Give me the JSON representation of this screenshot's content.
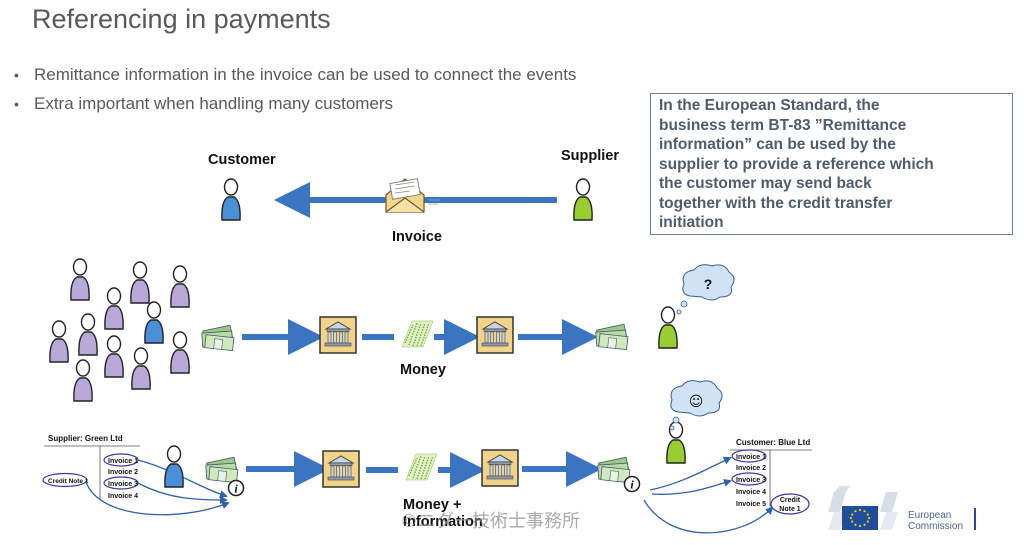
{
  "title": "Referencing in payments",
  "bullets": [
    "Remittance information in the invoice can be used to connect the events",
    "Extra important when handling many customers"
  ],
  "callout": {
    "lines": [
      "In the European Standard, the",
      "business term BT-83 ”Remittance",
      "information” can be used by the",
      "supplier to provide a reference which",
      "the customer may send back",
      "together with the credit transfer",
      "initiation"
    ]
  },
  "labels": {
    "customer": "Customer",
    "supplier": "Supplier",
    "invoice": "Invoice",
    "money": "Money",
    "money_info_1": "Money +",
    "money_info_2": "Information",
    "question": "?",
    "smiley": "☺",
    "info_mark": "i"
  },
  "supplier_doc": {
    "header": "Supplier: Green Ltd",
    "invoices": [
      "Invoice 1",
      "Invoice 2",
      "Invoice 3",
      "Invoice 4"
    ],
    "credit_note": "Credit Note 1"
  },
  "customer_doc": {
    "header": "Customer: Blue Ltd",
    "invoices": [
      "Invoice 1",
      "Invoice 2",
      "Invoice 3",
      "Invoice 4",
      "Invoice 5"
    ],
    "credit_note": [
      "Credit",
      "Note 1"
    ]
  },
  "logo": {
    "line1": "European",
    "line2": "Commission"
  },
  "watermark": "©ニダー技術士事務所",
  "colors": {
    "arrow": "#3b74c0",
    "customer_person": "#4a90d9",
    "supplier_person": "#9acd32",
    "crowd_person": "#b8a9d9",
    "eu_blue": "#1f4d9c",
    "eu_gold": "#f5d000"
  }
}
